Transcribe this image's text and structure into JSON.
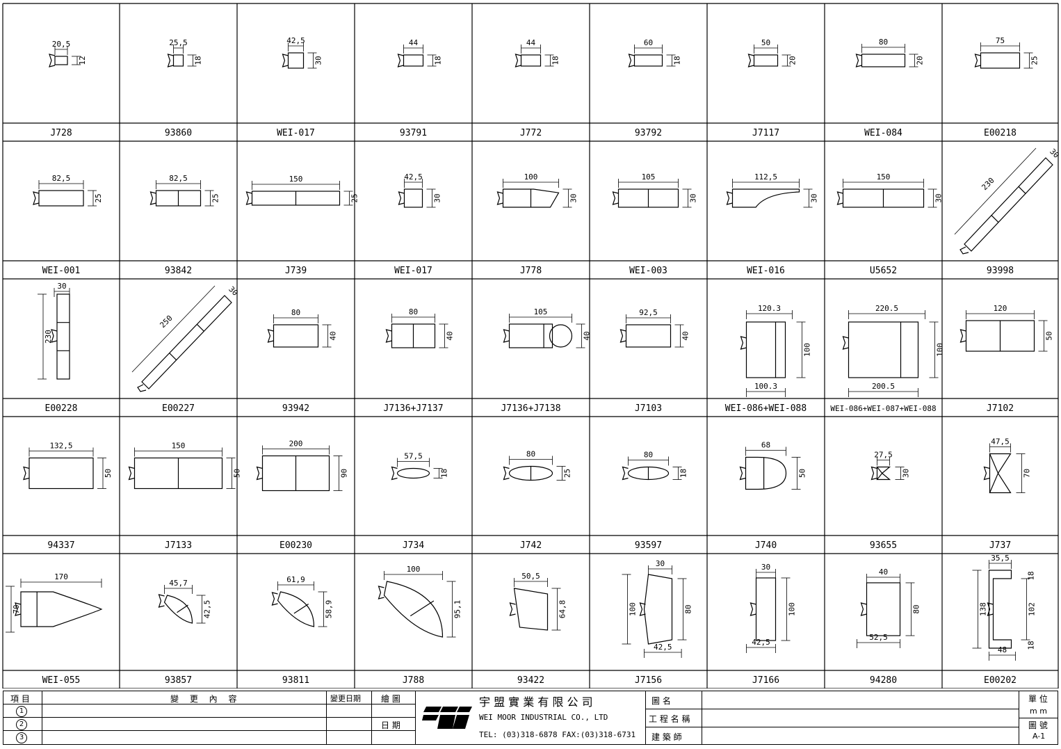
{
  "profiles": [
    {
      "label": "J728",
      "w": "20,5",
      "h": "12",
      "sh": "rect",
      "rw": 18,
      "rh": 12
    },
    {
      "label": "93860",
      "w": "25,5",
      "h": "18",
      "sh": "rect",
      "rw": 14,
      "rh": 16
    },
    {
      "label": "WEI-017",
      "w": "42,5",
      "h": "30",
      "sh": "rect",
      "rw": 22,
      "rh": 22
    },
    {
      "label": "93791",
      "w": "44",
      "h": "18",
      "sh": "rect",
      "rw": 28,
      "rh": 16
    },
    {
      "label": "J772",
      "w": "44",
      "h": "18",
      "sh": "rect",
      "rw": 28,
      "rh": 16
    },
    {
      "label": "93792",
      "w": "60",
      "h": "18",
      "sh": "rect",
      "rw": 40,
      "rh": 16
    },
    {
      "label": "J7117",
      "w": "50",
      "h": "20",
      "sh": "rect",
      "rw": 34,
      "rh": 16
    },
    {
      "label": "WEI-084",
      "w": "80",
      "h": "20",
      "sh": "rect",
      "rw": 62,
      "rh": 18
    },
    {
      "label": "E00218",
      "w": "75",
      "h": "25",
      "sh": "rect",
      "rw": 56,
      "rh": 22
    },
    {
      "label": "WEI-001",
      "w": "82,5",
      "h": "25",
      "sh": "rect",
      "rw": 64,
      "rh": 22
    },
    {
      "label": "93842",
      "w": "82,5",
      "h": "25",
      "sh": "rect2",
      "rw": 64,
      "rh": 22
    },
    {
      "label": "J739",
      "w": "150",
      "h": "25",
      "sh": "rect2",
      "rw": 126,
      "rh": 20
    },
    {
      "label": "WEI-017",
      "w": "42,5",
      "h": "30",
      "sh": "rect",
      "rw": 26,
      "rh": 26
    },
    {
      "label": "J778",
      "w": "100",
      "h": "30",
      "sh": "slant",
      "rw": 80,
      "rh": 26
    },
    {
      "label": "WEI-003",
      "w": "105",
      "h": "30",
      "sh": "rect2",
      "rw": 86,
      "rh": 26
    },
    {
      "label": "WEI-016",
      "w": "112,5",
      "h": "30",
      "sh": "curve",
      "rw": 96,
      "rh": 26
    },
    {
      "label": "U5652",
      "w": "150",
      "h": "30",
      "sh": "rect2",
      "rw": 116,
      "rh": 26
    },
    {
      "label": "93998",
      "w": "230",
      "h": "30",
      "sh": "diag",
      "rw": 0,
      "rh": 0
    },
    {
      "label": "E00228",
      "w": "30",
      "h": "230",
      "sh": "vert",
      "rw": 0,
      "rh": 0
    },
    {
      "label": "E00227",
      "w": "250",
      "h": "30",
      "sh": "diag",
      "rw": 0,
      "rh": 0
    },
    {
      "label": "93942",
      "w": "80",
      "h": "40",
      "sh": "rect",
      "rw": 64,
      "rh": 32
    },
    {
      "label": "J7136+J7137",
      "w": "80",
      "h": "40",
      "sh": "rect2",
      "rw": 62,
      "rh": 34
    },
    {
      "label": "J7136+J7138",
      "w": "105",
      "h": "40",
      "sh": "circ",
      "rw": 62,
      "rh": 34
    },
    {
      "label": "J7103",
      "w": "92,5",
      "h": "40",
      "sh": "rect",
      "rw": 64,
      "rh": 32
    },
    {
      "label": "WEI-086+WEI-088",
      "w": "120.3",
      "h": "100",
      "w2": "100.3",
      "sh": "big",
      "rw": 56,
      "rh": 40
    },
    {
      "label": "WEI-086+WEI-087+WEI-088",
      "w": "220.5",
      "h": "100",
      "w2": "200.5",
      "sh": "big",
      "rw": 100,
      "rh": 40
    },
    {
      "label": "J7102",
      "w": "120",
      "h": "50",
      "sh": "rect2",
      "rw": 98,
      "rh": 44
    },
    {
      "label": "94337",
      "w": "132,5",
      "h": "50",
      "sh": "rect",
      "rw": 92,
      "rh": 44
    },
    {
      "label": "J7133",
      "w": "150",
      "h": "50",
      "sh": "rect2",
      "rw": 126,
      "rh": 44
    },
    {
      "label": "E00230",
      "w": "200",
      "h": "90",
      "sh": "rect2",
      "rw": 96,
      "rh": 50
    },
    {
      "label": "J734",
      "w": "57,5",
      "h": "18",
      "sh": "oval",
      "rw": 46,
      "rh": 14
    },
    {
      "label": "J742",
      "w": "80",
      "h": "25",
      "sh": "oval",
      "rw": 62,
      "rh": 20
    },
    {
      "label": "93597",
      "w": "80",
      "h": "18",
      "sh": "oval",
      "rw": 58,
      "rh": 18
    },
    {
      "label": "J740",
      "w": "68",
      "h": "50",
      "sh": "arch",
      "rw": 58,
      "rh": 46
    },
    {
      "label": "93655",
      "w": "27,5",
      "h": "30",
      "sh": "tri",
      "rw": 18,
      "rh": 18
    },
    {
      "label": "J737",
      "w": "47,5",
      "h": "70",
      "sh": "tri",
      "rw": 30,
      "rh": 56
    },
    {
      "label": "WEI-055",
      "w": "170",
      "h": "70",
      "sh": "wing",
      "rw": 116,
      "rh": 50
    },
    {
      "label": "93857",
      "w": "45,7",
      "h": "42,5",
      "sh": "leaf",
      "rw": 40,
      "rh": 40
    },
    {
      "label": "93811",
      "w": "61,9",
      "h": "58,9",
      "sh": "leaf",
      "rw": 52,
      "rh": 50
    },
    {
      "label": "J788",
      "w": "100",
      "h": "95,1",
      "sh": "leaf",
      "rw": 84,
      "rh": 80
    },
    {
      "label": "93422",
      "w": "50,5",
      "h": "64,8",
      "sh": "quad",
      "rw": 48,
      "rh": 60
    },
    {
      "label": "J7156",
      "w": "30",
      "h": "80",
      "h2": "100",
      "w2": "42,5",
      "sh": "trap",
      "rw": 34,
      "rh": 100
    },
    {
      "label": "J7166",
      "w": "30",
      "h": "100",
      "w2": "42,5",
      "sh": "vrect",
      "rw": 28,
      "rh": 90
    },
    {
      "label": "94280",
      "w": "40",
      "h": "80",
      "w2": "52,5",
      "sh": "vrect",
      "rw": 48,
      "rh": 76
    },
    {
      "label": "E00202",
      "w": "35,5",
      "h": "102",
      "h2": "138",
      "w2": "48",
      "h3": "18",
      "sh": "ibar",
      "rw": 32,
      "rh": 112
    }
  ],
  "titleblock": {
    "col_item": "項 目",
    "col_change": "變 更 內 容",
    "col_date": "變更日期",
    "col_draw": "繪 圖",
    "col_day": "日 期",
    "rows": [
      "1",
      "2",
      "3"
    ],
    "company_cn": "宇 盟 實 業 有 限 公 司",
    "company_en": "WEI MOOR INDUSTRIAL CO., LTD",
    "tel": "TEL: (03)318-6878   FAX:(03)318-6731",
    "drawing_name": "圖  名",
    "project_name": "工 程 名 稱",
    "architect": "建  築  師",
    "unit_label": "單 位",
    "unit_value": "m  m",
    "drawing_no_label": "圖 號",
    "drawing_no": "A-1"
  }
}
